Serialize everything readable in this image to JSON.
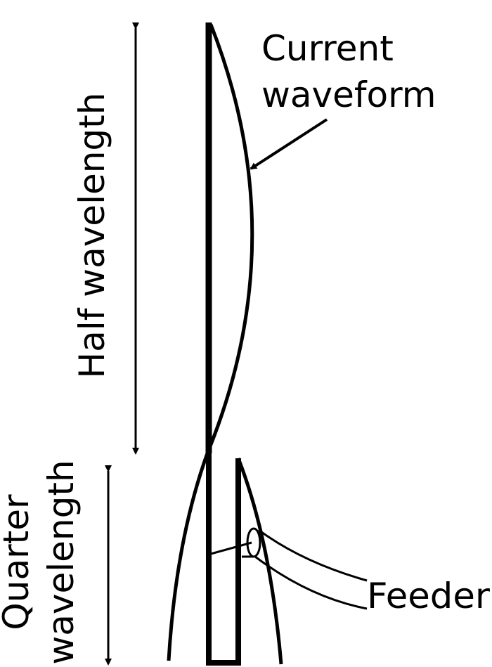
{
  "labels": {
    "current_waveform_line1": "Current",
    "current_waveform_line2": "waveform",
    "half_wavelength": "Half wavelength",
    "quarter_wavelength_line1": "Quarter",
    "quarter_wavelength_line2": "wavelength",
    "feeder": "Feeder"
  },
  "colors": {
    "ink": "#000000",
    "background": "#ffffff"
  }
}
